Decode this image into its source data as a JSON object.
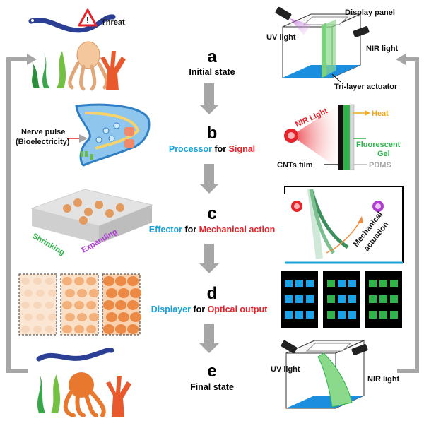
{
  "colors": {
    "cyan": "#1aa3d9",
    "red": "#e8222a",
    "green": "#2fb34a",
    "purple": "#b23cd6",
    "orange": "#f08a3c",
    "heat": "#f0a81a",
    "gray": "#a6a6a6"
  },
  "steps": [
    {
      "letter": "a",
      "title": "Initial state"
    },
    {
      "letter": "b",
      "title_prefix": "Processor",
      "title_mid": " for ",
      "title_suffix": "Signal"
    },
    {
      "letter": "c",
      "title_prefix": "Effector",
      "title_mid": " for ",
      "title_suffix": "Mechanical action"
    },
    {
      "letter": "d",
      "title_prefix": "Displayer",
      "title_mid": " for ",
      "title_suffix": "Optical output"
    },
    {
      "letter": "e",
      "title": "Final state"
    }
  ],
  "left": {
    "threat": "Threat",
    "nerve_pulse": "Nerve pulse",
    "bioelectricity": "(Bioelectricity)",
    "shrinking": "Shrinking",
    "expanding": "Expanding"
  },
  "right": {
    "display_panel": "Display panel",
    "uv_light": "UV light",
    "nir_light": "NIR light",
    "tri_layer": "Tri-layer actuator",
    "nir_light_b": "NIR Light",
    "heat": "Heat",
    "fluorescent": "Fluorescent",
    "gel": "Gel",
    "cnts_film": "CNTs film",
    "pdms": "PDMS",
    "mechanical": "Mechanical",
    "actuation": "actuation"
  }
}
